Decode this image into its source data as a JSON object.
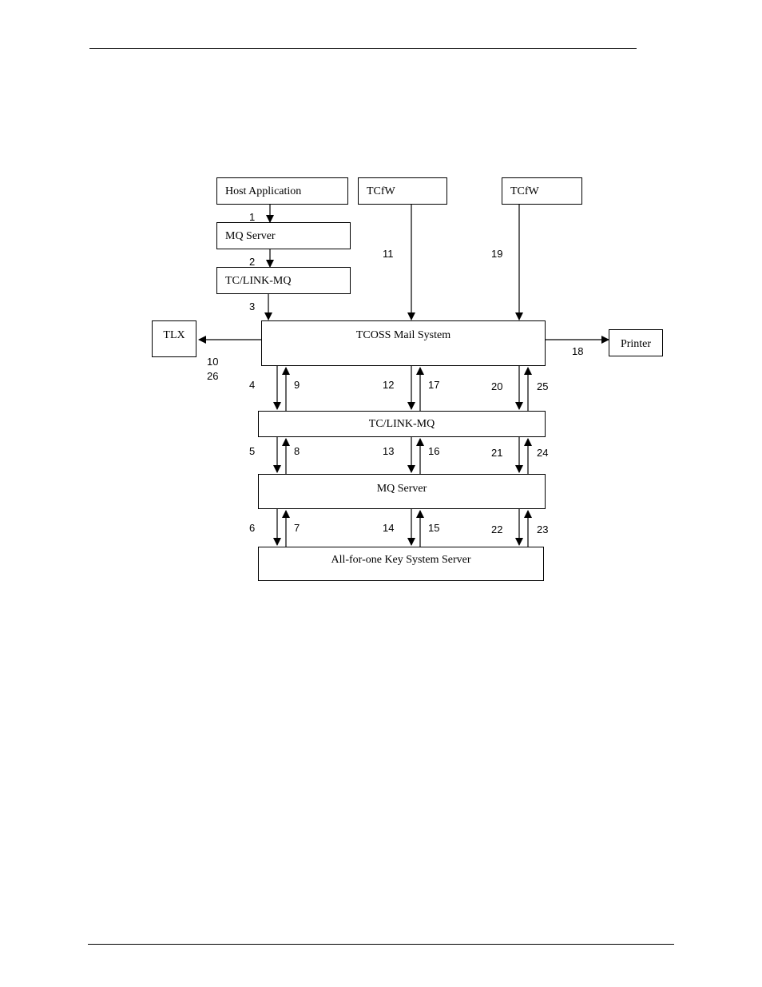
{
  "diagram": {
    "boxes": {
      "host_application": "Host Application",
      "mq_server_top": "MQ Server",
      "tclink_mq_top": "TC/LINK-MQ",
      "tcfw_1": "TCfW",
      "tcfw_2": "TCfW",
      "tlx": "TLX",
      "tcoss": "TCOSS Mail System",
      "printer": "Printer",
      "tclink_mq": "TC/LINK-MQ",
      "mq_server": "MQ Server",
      "key_system": "All-for-one Key System Server"
    },
    "labels": {
      "n1": "1",
      "n2": "2",
      "n3": "3",
      "n4": "4",
      "n5": "5",
      "n6": "6",
      "n7": "7",
      "n8": "8",
      "n9": "9",
      "n10": "10",
      "n11": "11",
      "n12": "12",
      "n13": "13",
      "n14": "14",
      "n15": "15",
      "n16": "16",
      "n17": "17",
      "n18": "18",
      "n19": "19",
      "n20": "20",
      "n21": "21",
      "n22": "22",
      "n23": "23",
      "n24": "24",
      "n25": "25",
      "n26": "26"
    }
  }
}
